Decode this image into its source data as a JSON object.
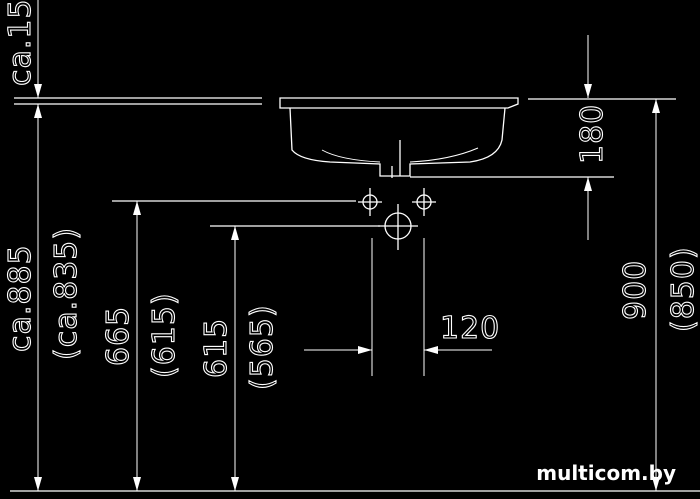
{
  "drawing": {
    "dimensions": {
      "clearance_top": "ca.15",
      "total_height": "ca.885",
      "total_height_alt": "(ca.835)",
      "upper_tap_height": "665",
      "upper_tap_height_alt": "(615)",
      "lower_drain_height": "615",
      "lower_drain_height_alt": "(565)",
      "tap_spacing": "120",
      "basin_depth": "180",
      "counter_height": "900",
      "counter_height_alt": "(850)"
    }
  },
  "watermark": "multicom.by",
  "colors": {
    "background": "#000000",
    "lines": "#ffffff"
  }
}
